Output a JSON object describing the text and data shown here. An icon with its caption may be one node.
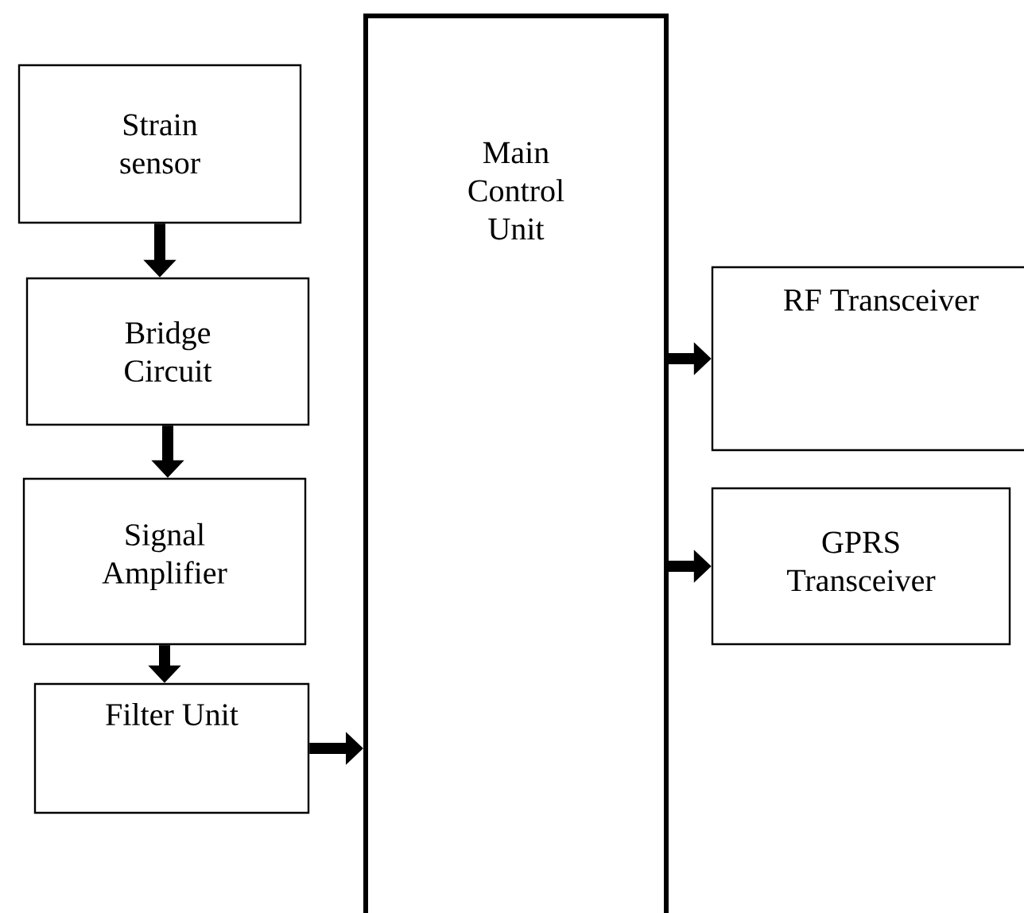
{
  "diagram": {
    "nodes": [
      {
        "text": [
          "Strain sensor"
        ]
      },
      {
        "text": [
          "Bridge Circuit"
        ]
      },
      {
        "text": [
          "Signal Amplifier"
        ]
      },
      {
        "text": [
          "Filter Unit"
        ]
      },
      {
        "text": [
          "Main Control Unit"
        ]
      },
      {
        "text": [
          "RF Transceiver"
        ]
      },
      {
        "text": [
          "GPRS Transceiver"
        ]
      }
    ],
    "edges": [
      {
        "from": 0,
        "to": 1,
        "arrow": "to"
      },
      {
        "from": 1,
        "to": 2,
        "arrow": "to"
      },
      {
        "from": 2,
        "to": 3,
        "arrow": "to"
      },
      {
        "from": 3,
        "to": 4,
        "arrow": "to"
      },
      {
        "from": 4,
        "to": 5,
        "arrow": "to"
      },
      {
        "from": 4,
        "to": 6,
        "arrow": "to"
      }
    ]
  }
}
